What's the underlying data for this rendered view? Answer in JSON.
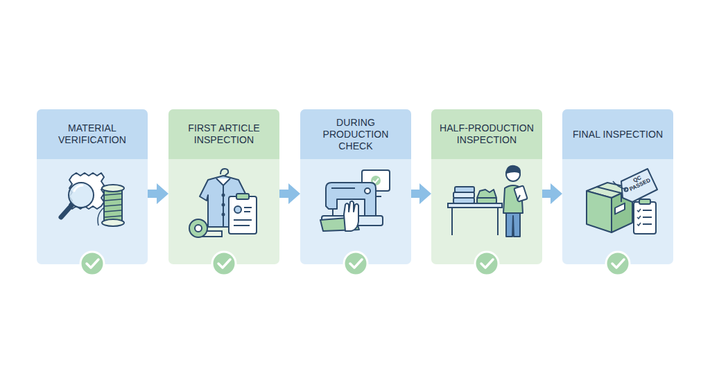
{
  "diagram": {
    "nodes": [
      {
        "text": [
          "MATERIAL VERIFICATION"
        ]
      },
      {
        "text": [
          "FIRST ARTICLE INSPECTION"
        ]
      },
      {
        "text": [
          "DURING PRODUCTION CHECK"
        ]
      },
      {
        "text": [
          "HALF-PRODUCTION INSPECTION"
        ]
      },
      {
        "text": [
          "FINAL INSPECTION"
        ]
      }
    ],
    "edges": [
      {
        "from": 0,
        "to": 1,
        "arrow": "to"
      },
      {
        "from": 1,
        "to": 2,
        "arrow": "to"
      },
      {
        "from": 2,
        "to": 3,
        "arrow": "to"
      },
      {
        "from": 3,
        "to": 4,
        "arrow": "to"
      }
    ],
    "labels": [
      "QC PASSED"
    ]
  }
}
